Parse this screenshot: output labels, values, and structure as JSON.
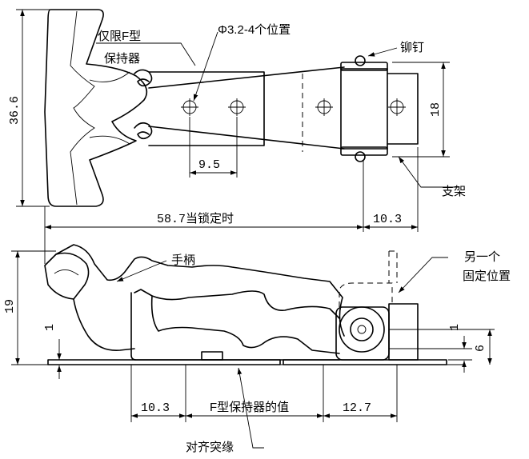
{
  "labels": {
    "f_retainer_line1": "仅限F型",
    "f_retainer_line2": "保持器",
    "hole_note": "Φ3.2-4个位置",
    "rivet": "铆钉",
    "bracket": "支架",
    "handle": "手柄",
    "alt_position_line1": "另一个",
    "alt_position_line2": "固定位置",
    "align_flange": "对齐突缘"
  },
  "dimensions": {
    "overall_height": "36.6",
    "bracket_height": "18",
    "hole_spacing": "9.5",
    "locked_length": "58.7当锁定时",
    "bracket_offset": "10.3",
    "side_height": "19",
    "base_thickness_left": "1",
    "base_thickness_right": "1",
    "pivot_height": "6",
    "left_flange": "10.3",
    "f_retainer_value": "F型保持器的值",
    "right_flange": "12.7"
  }
}
